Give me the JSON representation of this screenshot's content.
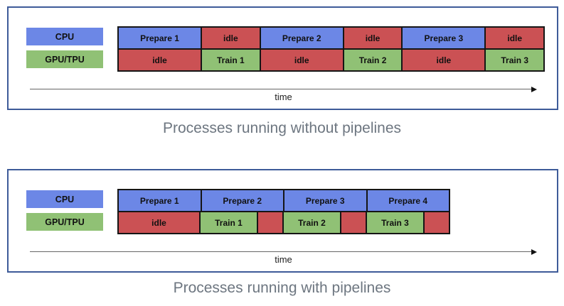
{
  "colors": {
    "block_blue": "#6C87E6",
    "block_red": "#CB5154",
    "block_green": "#90C175",
    "grid_border": "#151515",
    "panel_border": "#3E5B99",
    "caption_text": "#6D7680",
    "block_text": "#111111",
    "axis_line": "#666666"
  },
  "diagram1": {
    "caption": "Processes running without pipelines",
    "axis_label": "time",
    "legend": [
      {
        "label": "CPU",
        "color": "blue"
      },
      {
        "label": "GPU/TPU",
        "color": "green"
      }
    ],
    "cpu_cells": [
      {
        "label": "Prepare 1",
        "color": "blue"
      },
      {
        "label": "idle",
        "color": "red"
      },
      {
        "label": "Prepare 2",
        "color": "blue"
      },
      {
        "label": "idle",
        "color": "red"
      },
      {
        "label": "Prepare 3",
        "color": "blue"
      },
      {
        "label": "idle",
        "color": "red"
      }
    ],
    "gpu_cells": [
      {
        "label": "idle",
        "color": "red"
      },
      {
        "label": "Train 1",
        "color": "green"
      },
      {
        "label": "idle",
        "color": "red"
      },
      {
        "label": "Train 2",
        "color": "green"
      },
      {
        "label": "idle",
        "color": "red"
      },
      {
        "label": "Train 3",
        "color": "green"
      }
    ]
  },
  "diagram2": {
    "caption": "Processes running with pipelines",
    "axis_label": "time",
    "legend": [
      {
        "label": "CPU",
        "color": "blue"
      },
      {
        "label": "GPU/TPU",
        "color": "green"
      }
    ],
    "cpu_cells": [
      {
        "label": "Prepare 1",
        "color": "blue"
      },
      {
        "label": "Prepare 2",
        "color": "blue"
      },
      {
        "label": "Prepare 3",
        "color": "blue"
      },
      {
        "label": "Prepare 4",
        "color": "blue"
      }
    ],
    "gpu_cells": [
      {
        "label": "idle",
        "color": "red"
      },
      {
        "label": "Train 1",
        "color": "green"
      },
      {
        "label": "",
        "color": "red"
      },
      {
        "label": "Train 2",
        "color": "green"
      },
      {
        "label": "",
        "color": "red"
      },
      {
        "label": "Train 3",
        "color": "green"
      },
      {
        "label": "",
        "color": "red"
      }
    ]
  }
}
